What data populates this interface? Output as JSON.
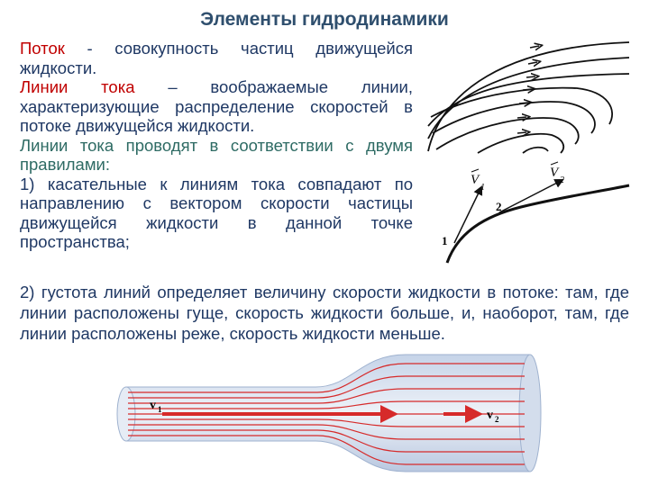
{
  "title": "Элементы гидродинамики",
  "definitions": {
    "flow_term": "Поток",
    "flow_def": " - совокупность частиц движущейся жидкости.",
    "lines_term": "Линии тока",
    "lines_def": " – воображаемые линии, характеризующие распределение скоростей в потоке движущейся жидкости.",
    "rules_intro": "Линии тока проводят в соответствии с двумя правилами:",
    "rule1": "1) касательные к линиям тока совпадают по направлению с вектором скорости частицы движущейся жидкости в данной точке пространства;",
    "rule2": "2) густота линий определяет величину скорости жидкости в потоке: там, где линии расположены гуще, скорость жидкости больше, и, наоборот, там, где линии расположены реже, скорость жидкости меньше."
  },
  "figure_tangent": {
    "v1_symbol": "V",
    "v1_index": "1",
    "v2_symbol": "V",
    "v2_index": "2",
    "point1_label": "1",
    "point2_label": "2"
  },
  "figure_pipe": {
    "v1_symbol": "v",
    "v1_index": "1",
    "v2_symbol": "v",
    "v2_index": "2"
  },
  "colors": {
    "title": "#2f4f6e",
    "term": "#c00000",
    "body_text": "#1f3864",
    "rules_intro": "#2e6b64",
    "pipe_fill": "#dfe7f2",
    "streamline": "#d62a2a"
  }
}
